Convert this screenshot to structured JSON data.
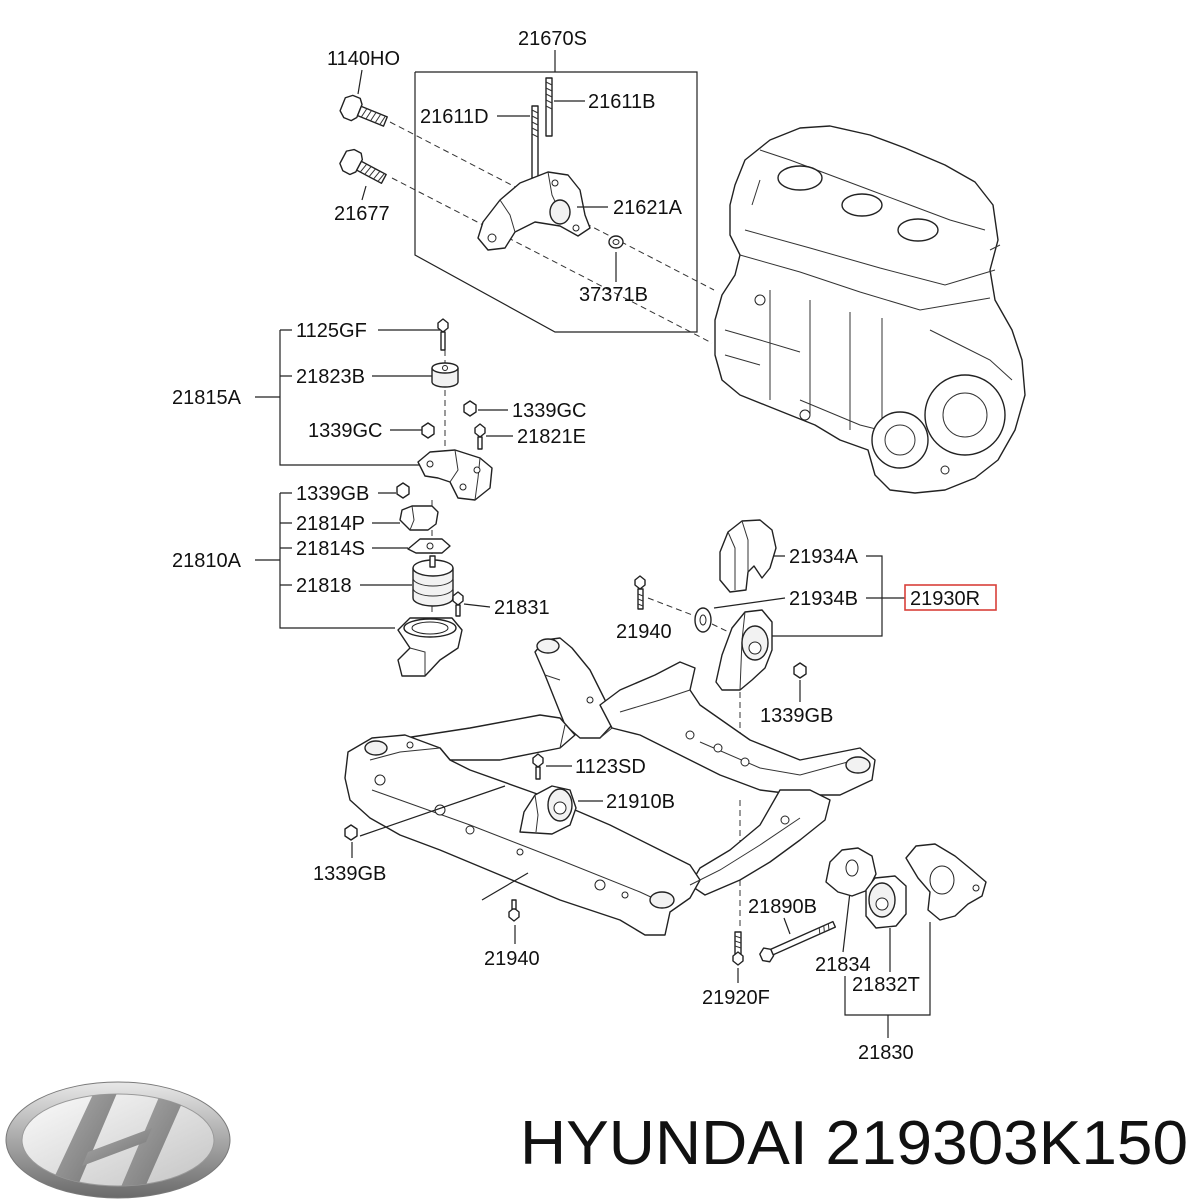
{
  "diagram": {
    "callouts": [
      {
        "text": "21670S"
      },
      {
        "text": "1140HO"
      },
      {
        "text": "21611D"
      },
      {
        "text": "21611B"
      },
      {
        "text": "21677"
      },
      {
        "text": "21621A"
      },
      {
        "text": "37371B"
      },
      {
        "text": "1125GF"
      },
      {
        "text": "21823B"
      },
      {
        "text": "21815A"
      },
      {
        "text": "1339GC"
      },
      {
        "text": "1339GC"
      },
      {
        "text": "21821E"
      },
      {
        "text": "1339GB"
      },
      {
        "text": "21814P"
      },
      {
        "text": "21814S"
      },
      {
        "text": "21810A"
      },
      {
        "text": "21818"
      },
      {
        "text": "21831"
      },
      {
        "text": "21934A"
      },
      {
        "text": "21934B"
      },
      {
        "text": "21930R",
        "highlighted": true
      },
      {
        "text": "21940"
      },
      {
        "text": "1339GB"
      },
      {
        "text": "1123SD"
      },
      {
        "text": "21910B"
      },
      {
        "text": "1339GB"
      },
      {
        "text": "21890B"
      },
      {
        "text": "21940"
      },
      {
        "text": "21834"
      },
      {
        "text": "21832T"
      },
      {
        "text": "21920F"
      },
      {
        "text": "21830"
      }
    ],
    "highlight_color": "#d9403a"
  },
  "footer": {
    "caption": "HYUNDAI 219303K150"
  },
  "logo": {
    "icon": "hyundai-logo"
  }
}
